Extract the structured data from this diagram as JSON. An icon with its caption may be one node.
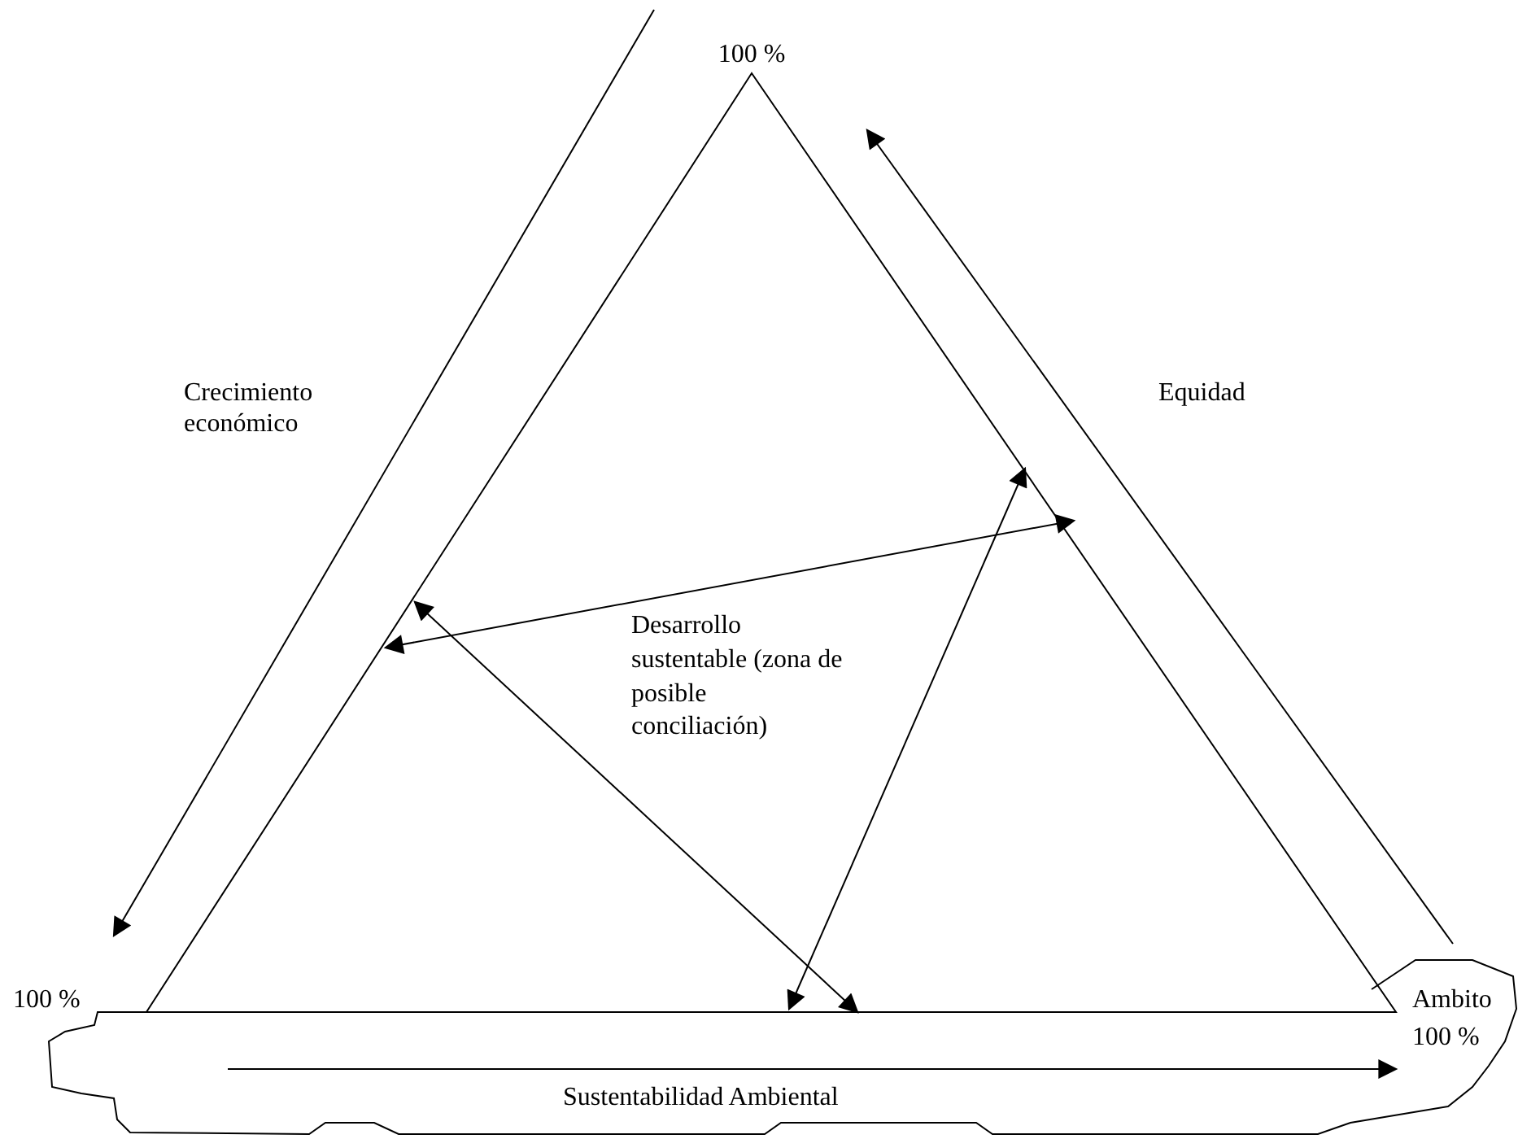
{
  "diagram": {
    "nodes": [
      {
        "text": [
          "Desarrollo sustentable (zona de posible conciliación)"
        ]
      }
    ],
    "labels": [
      "100 %",
      "Crecimiento económico",
      "Equidad",
      "100 %",
      "Ambito",
      "100 %",
      "Sustentabilidad Ambiental"
    ]
  }
}
